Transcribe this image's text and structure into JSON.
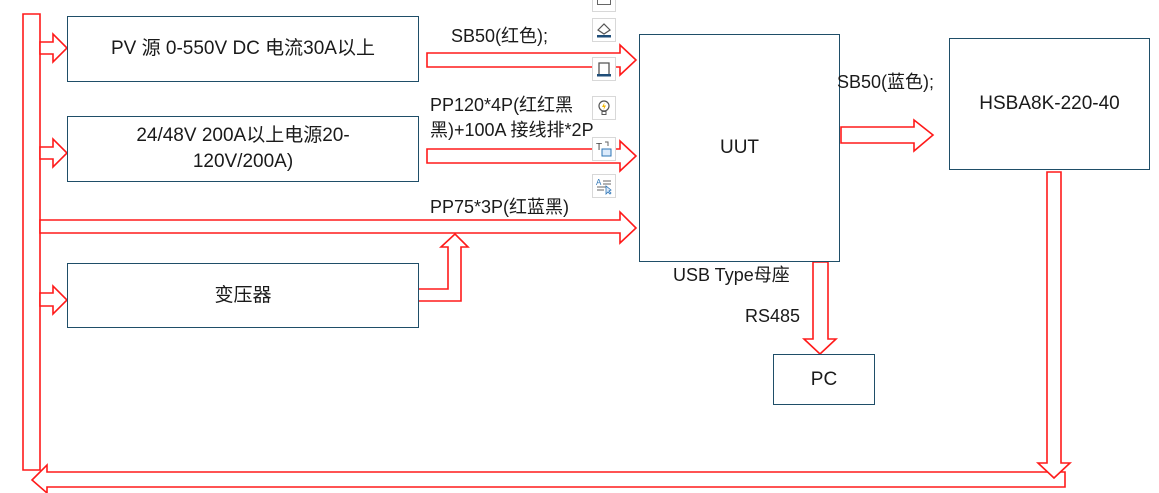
{
  "diagram": {
    "boxes": {
      "pv_source": "PV 源 0-550V DC 电流30A以上",
      "dc_supply_line1": "24/48V 200A以上电源20-",
      "dc_supply_line2": "120V/200A)",
      "transformer": "变压器",
      "uut": "UUT",
      "load": "HSBA8K-220-40",
      "pc": "PC"
    },
    "connection_labels": {
      "sb50_red": "SB50(红色);",
      "pp120_line1": "PP120*4P(红红黑",
      "pp120_line2": "黑)+100A 接线排*2P",
      "pp75": "PP75*3P(红蓝黑)",
      "sb50_blue": "SB50(蓝色);",
      "usb": "USB Type母座",
      "rs485": "RS485"
    },
    "colors": {
      "arrow_outline": "#ff1a1a",
      "box_border": "#1f4e68"
    }
  },
  "quick_actions": [
    {
      "name": "layout-options",
      "icon": "layout-icon"
    },
    {
      "name": "shape-fill",
      "icon": "paint-bucket-icon"
    },
    {
      "name": "shape-outline",
      "icon": "outline-icon"
    },
    {
      "name": "ideas",
      "icon": "lightbulb-icon"
    },
    {
      "name": "text-wrap",
      "icon": "text-box-icon"
    },
    {
      "name": "text-select",
      "icon": "text-cursor-icon"
    }
  ]
}
